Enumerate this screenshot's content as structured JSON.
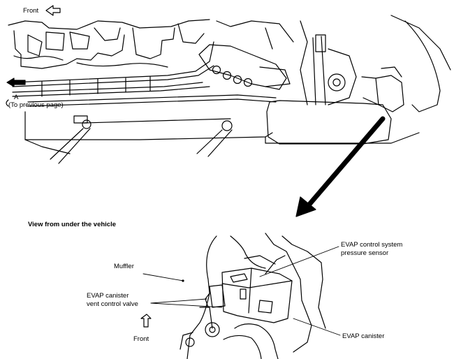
{
  "labels": {
    "front_top": "Front",
    "connector_letter": "A",
    "to_previous_page": "(To previous page)",
    "view_caption": "View from under the vehicle",
    "muffler": "Muffler",
    "pressure_sensor_line1": "EVAP control system",
    "pressure_sensor_line2": "pressure sensor",
    "vent_valve_line1": "EVAP canister",
    "vent_valve_line2": "vent control valve",
    "evap_canister": "EVAP canister",
    "front_bottom": "Front"
  }
}
